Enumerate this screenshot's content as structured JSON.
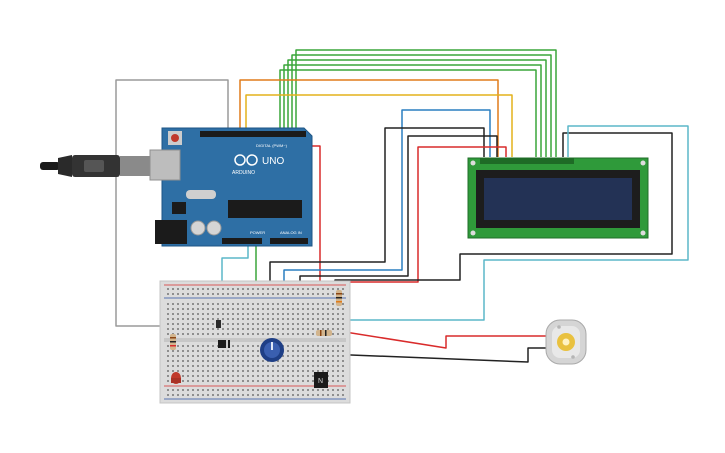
{
  "board": {
    "brand": "ARDUINO",
    "model": "UNO",
    "digital_label": "DIGITAL (PWM~)",
    "power_label": "POWER",
    "analog_label": "ANALOG IN"
  },
  "mosfet": {
    "marking": "N"
  },
  "colors": {
    "board": "#2e6fa5",
    "board_edge": "#1e5586",
    "lcd_pcb": "#2f9a3a",
    "lcd_screen": "#233255",
    "breadboard": "#dcdcdc",
    "wire_red": "#d92b2b",
    "wire_black": "#222222",
    "wire_green": "#3aa63a",
    "wire_orange": "#e07b1a",
    "wire_yellow": "#e3b21c",
    "wire_blue": "#2a7fc0",
    "wire_cyan": "#5bb7c9",
    "wire_gray": "#999999"
  }
}
